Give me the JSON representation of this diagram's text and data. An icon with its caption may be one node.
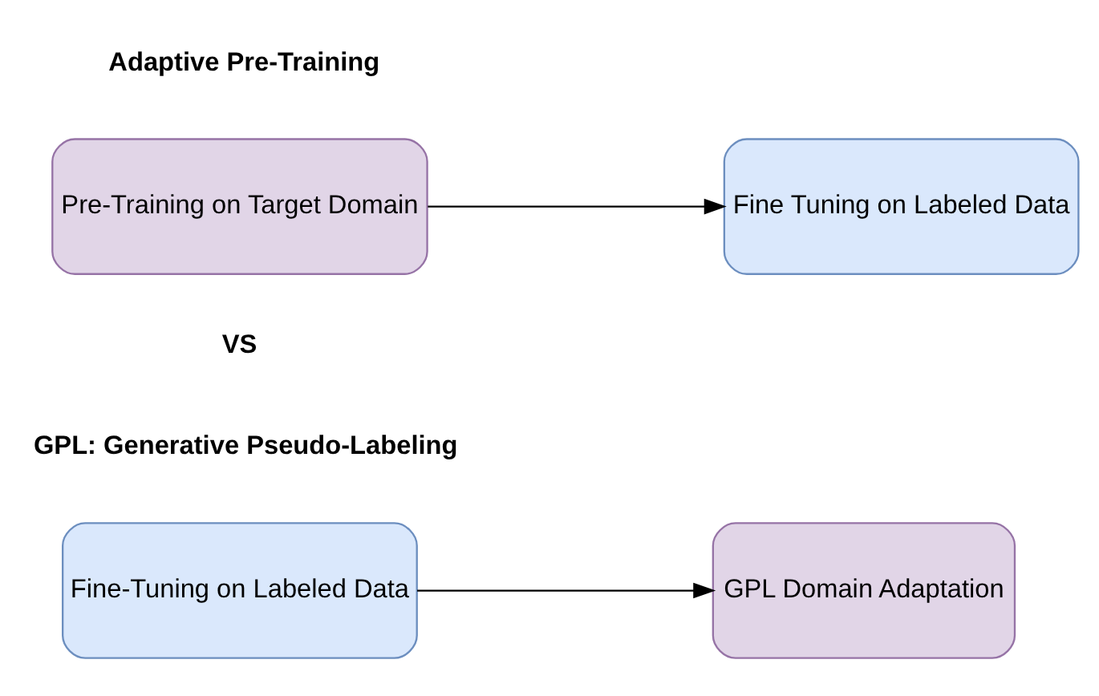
{
  "diagram": {
    "nodes": [
      {
        "text": [
          "Pre-Training on Target Domain"
        ]
      },
      {
        "text": [
          "Fine Tuning on Labeled Data"
        ]
      },
      {
        "text": [
          "Fine-Tuning on Labeled Data"
        ]
      },
      {
        "text": [
          "GPL Domain Adaptation"
        ]
      }
    ],
    "edges": [
      {
        "from": 0,
        "to": 1,
        "arrow": "to"
      },
      {
        "from": 2,
        "to": 3,
        "arrow": "to"
      }
    ],
    "labels": [
      "Adaptive Pre-Training",
      "VS",
      "GPL: Generative Pseudo-Labeling"
    ]
  }
}
